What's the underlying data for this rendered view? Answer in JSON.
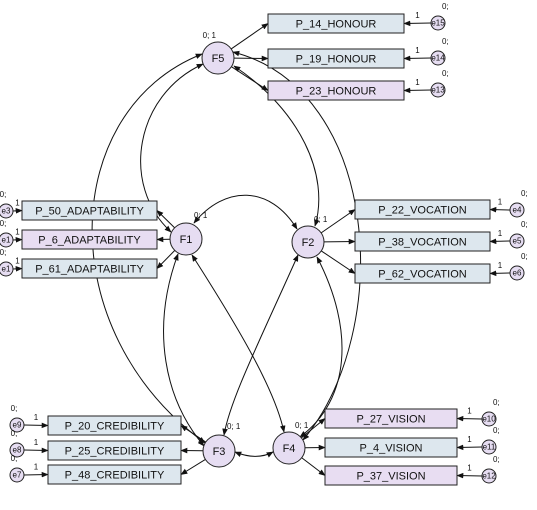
{
  "colors": {
    "observed_fill_alt": "#e8ddf2",
    "observed_fill": "#dde7ee",
    "latent_fill": "#e6ddf2",
    "stroke": "#222222"
  },
  "latents": [
    {
      "id": "F5",
      "label": "F5",
      "variance": "0; 1"
    },
    {
      "id": "F1",
      "label": "F1",
      "variance": "0; 1"
    },
    {
      "id": "F2",
      "label": "F2",
      "variance": "0; 1"
    },
    {
      "id": "F3",
      "label": "F3",
      "variance": "0; 1"
    },
    {
      "id": "F4",
      "label": "F4",
      "variance": "0; 1"
    }
  ],
  "indicators": [
    {
      "label": "P_14_HONOUR",
      "factor": "F5",
      "error": "e15",
      "error_param": "0;",
      "loading": "1"
    },
    {
      "label": "P_19_HONOUR",
      "factor": "F5",
      "error": "e14",
      "error_param": "0;",
      "loading": "1"
    },
    {
      "label": "P_23_HONOUR",
      "factor": "F5",
      "error": "e13",
      "error_param": "0;",
      "loading": "1"
    },
    {
      "label": "P_50_ADAPTABILITY",
      "factor": "F1",
      "error": "e3",
      "error_param": "0;",
      "loading": "1"
    },
    {
      "label": "P_6_ADAPTABILITY",
      "factor": "F1",
      "error": "e1",
      "error_param": "0;",
      "loading": "1"
    },
    {
      "label": "P_61_ADAPTABILITY",
      "factor": "F1",
      "error": "e1",
      "error_param": "0;",
      "loading": "1"
    },
    {
      "label": "P_22_VOCATION",
      "factor": "F2",
      "error": "e4",
      "error_param": "0;",
      "loading": "1"
    },
    {
      "label": "P_38_VOCATION",
      "factor": "F2",
      "error": "e5",
      "error_param": "0;",
      "loading": "1"
    },
    {
      "label": "P_62_VOCATION",
      "factor": "F2",
      "error": "e6",
      "error_param": "0;",
      "loading": "1"
    },
    {
      "label": "P_20_CREDIBILITY",
      "factor": "F3",
      "error": "e9",
      "error_param": "0;",
      "loading": "1"
    },
    {
      "label": "P_25_CREDIBILITY",
      "factor": "F3",
      "error": "e8",
      "error_param": "0;",
      "loading": "1"
    },
    {
      "label": "P_48_CREDIBILITY",
      "factor": "F3",
      "error": "e7",
      "error_param": "0;",
      "loading": "1"
    },
    {
      "label": "P_27_VISION",
      "factor": "F4",
      "error": "e10",
      "error_param": "0;",
      "loading": "1"
    },
    {
      "label": "P_4_VISION",
      "factor": "F4",
      "error": "e11",
      "error_param": "0;",
      "loading": "1"
    },
    {
      "label": "P_37_VISION",
      "factor": "F4",
      "error": "e12",
      "error_param": "0;",
      "loading": "1"
    }
  ],
  "covariances": [
    [
      "F5",
      "F1"
    ],
    [
      "F5",
      "F2"
    ],
    [
      "F5",
      "F3"
    ],
    [
      "F5",
      "F4"
    ],
    [
      "F1",
      "F2"
    ],
    [
      "F1",
      "F3"
    ],
    [
      "F1",
      "F4"
    ],
    [
      "F2",
      "F3"
    ],
    [
      "F2",
      "F4"
    ],
    [
      "F3",
      "F4"
    ]
  ]
}
